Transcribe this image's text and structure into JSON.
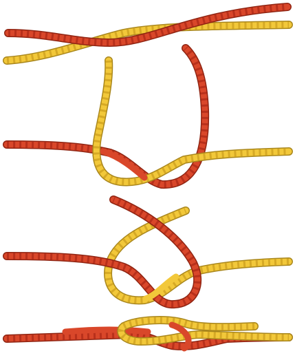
{
  "illustration": {
    "subject": "rope-knot-tying-steps",
    "rope_colors": {
      "red": "#d9472a",
      "red_shadow": "#8f2412",
      "red_twist": "#b8301b",
      "yellow": "#f2c83a",
      "yellow_shadow": "#a8861c",
      "yellow_twist": "#d6a925",
      "background": "#ffffff"
    },
    "steps": [
      {
        "name": "step-1-ropes-crossed"
      },
      {
        "name": "step-2-loops-interlocked"
      },
      {
        "name": "step-3-ends-wrapped"
      },
      {
        "name": "step-4-knot-tightened"
      }
    ]
  }
}
